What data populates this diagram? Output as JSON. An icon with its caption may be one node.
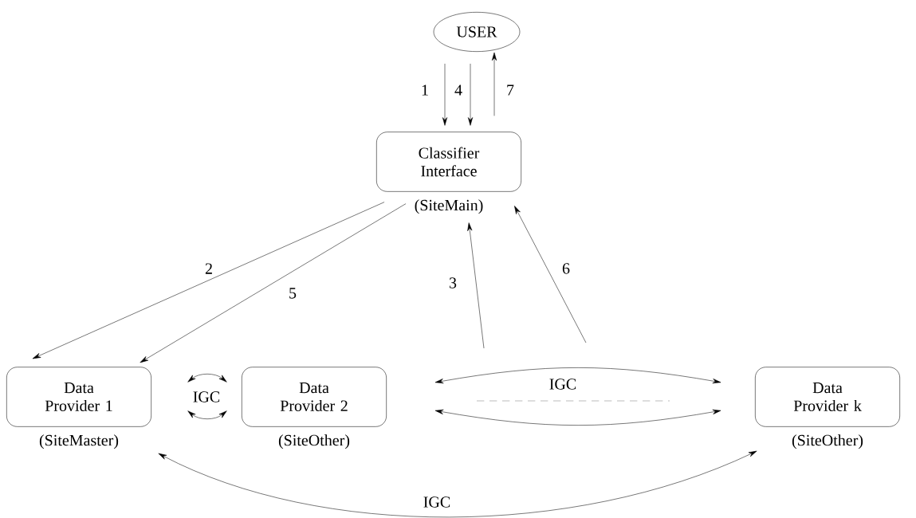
{
  "diagram": {
    "nodes": [
      {
        "text": [
          "USER"
        ]
      },
      {
        "text": [
          "Classifier Interface"
        ],
        "beside": [
          "(SiteMain)"
        ]
      },
      {
        "text": [
          "Data Provider 1"
        ],
        "beside": [
          "(SiteMaster)"
        ]
      },
      {
        "text": [
          "Data Provider 2"
        ],
        "beside": [
          "(SiteOther)"
        ]
      },
      {
        "text": [
          "Data Provider k"
        ],
        "beside": [
          "(SiteOther)"
        ]
      }
    ],
    "edges": [
      {
        "from": 0,
        "to": 1,
        "arrow": "to",
        "label": "1"
      },
      {
        "from": 0,
        "to": 1,
        "arrow": "to",
        "label": "4"
      },
      {
        "from": 1,
        "to": 0,
        "arrow": "to",
        "label": "7"
      },
      {
        "from": 1,
        "to": 2,
        "arrow": "to",
        "label": "2"
      },
      {
        "from": 1,
        "to": 2,
        "arrow": "to",
        "label": "5"
      },
      {
        "from": null,
        "to": 1,
        "arrow": "to",
        "label": "3"
      },
      {
        "from": null,
        "to": 1,
        "arrow": "to",
        "label": "6"
      },
      {
        "from": 2,
        "to": 3,
        "arrow": "both",
        "label": "IGC"
      },
      {
        "from": 2,
        "to": 3,
        "arrow": "both"
      },
      {
        "from": null,
        "to": 4,
        "arrow": "both",
        "label": "IGC"
      },
      {
        "from": null,
        "to": 4,
        "arrow": "both"
      },
      {
        "from": 2,
        "to": 4,
        "arrow": "both",
        "label": "IGC"
      }
    ]
  }
}
